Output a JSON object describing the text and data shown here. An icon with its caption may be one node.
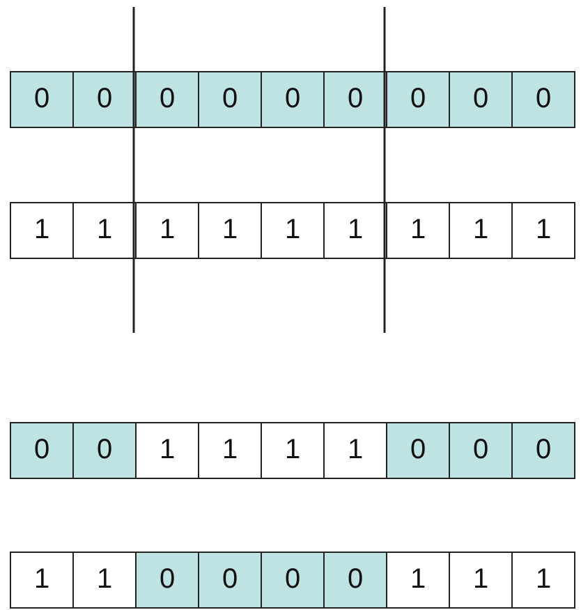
{
  "diagram": {
    "nodes": [
      {
        "text": [
          "0"
        ]
      },
      {
        "text": [
          "0"
        ]
      },
      {
        "text": [
          "0"
        ]
      },
      {
        "text": [
          "0"
        ]
      },
      {
        "text": [
          "0"
        ]
      },
      {
        "text": [
          "0"
        ]
      },
      {
        "text": [
          "0"
        ]
      },
      {
        "text": [
          "0"
        ]
      },
      {
        "text": [
          "0"
        ]
      },
      {
        "text": [
          "1"
        ]
      },
      {
        "text": [
          "1"
        ]
      },
      {
        "text": [
          "1"
        ]
      },
      {
        "text": [
          "1"
        ]
      },
      {
        "text": [
          "1"
        ]
      },
      {
        "text": [
          "1"
        ]
      },
      {
        "text": [
          "1"
        ]
      },
      {
        "text": [
          "1"
        ]
      },
      {
        "text": [
          "1"
        ]
      },
      {
        "text": [
          "0"
        ]
      },
      {
        "text": [
          "0"
        ]
      },
      {
        "text": [
          "1"
        ]
      },
      {
        "text": [
          "1"
        ]
      },
      {
        "text": [
          "1"
        ]
      },
      {
        "text": [
          "1"
        ]
      },
      {
        "text": [
          "0"
        ]
      },
      {
        "text": [
          "0"
        ]
      },
      {
        "text": [
          "0"
        ]
      },
      {
        "text": [
          "1"
        ]
      },
      {
        "text": [
          "1"
        ]
      },
      {
        "text": [
          "0"
        ]
      },
      {
        "text": [
          "0"
        ]
      },
      {
        "text": [
          "0"
        ]
      },
      {
        "text": [
          "0"
        ]
      },
      {
        "text": [
          "1"
        ]
      },
      {
        "text": [
          "1"
        ]
      },
      {
        "text": [
          "1"
        ]
      }
    ]
  }
}
